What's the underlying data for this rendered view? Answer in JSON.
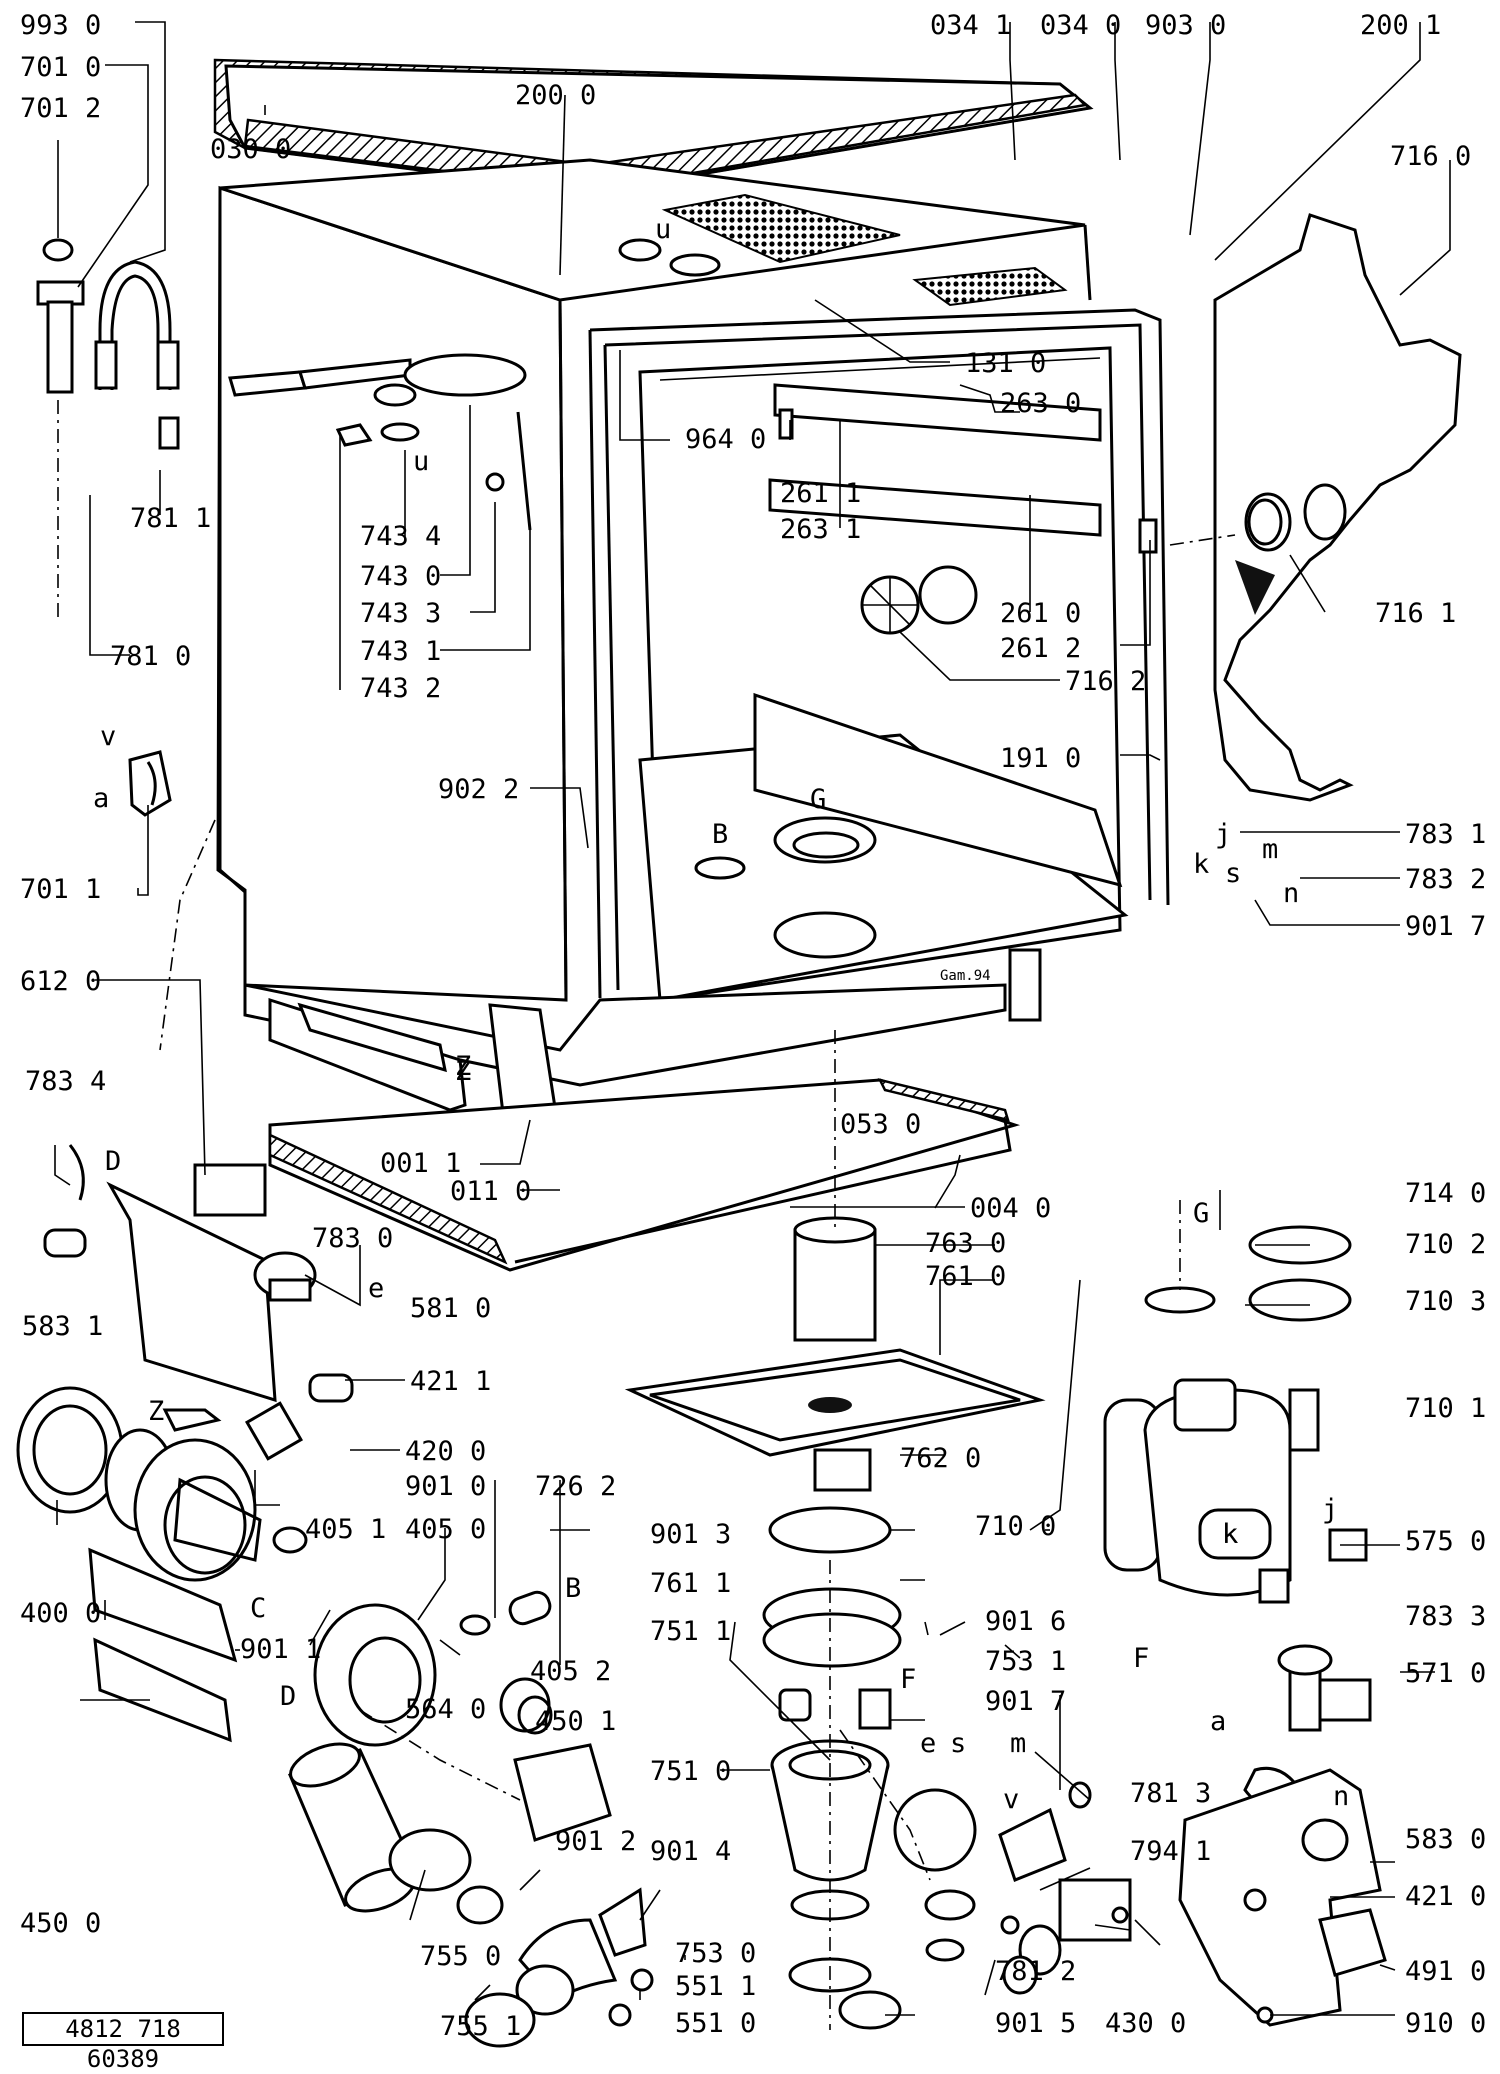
{
  "document_ref": "4812 718 60389",
  "parts": [
    "993 0",
    "701 0",
    "701 2",
    "034 1",
    "034 0",
    "903 0",
    "200 1",
    "200 0",
    "030 0",
    "716 0",
    "131 0",
    "263 0",
    "964 0",
    "261 1",
    "263 1",
    "743 4",
    "743 0",
    "743 3",
    "743 1",
    "743 2",
    "781 1",
    "781 0",
    "261 0",
    "261 2",
    "716 2",
    "716 1",
    "191 0",
    "783 1",
    "783 2",
    "902 2",
    "901 7",
    "701 1",
    "612 0",
    "053 0",
    "001 1",
    "011 0",
    "004 0",
    "783 4",
    "783 0",
    "581 0",
    "583 1",
    "763 0",
    "761 0",
    "714 0",
    "710 2",
    "710 3",
    "421 1",
    "420 0",
    "710 1",
    "762 0",
    "901 0",
    "726 2",
    "405 1",
    "405 0",
    "901 3",
    "710 0",
    "575 0",
    "761 1",
    "400 0",
    "901 1",
    "405 2",
    "751 1",
    "901 6",
    "753 1",
    "783 3",
    "450 1",
    "901 7",
    "571 0",
    "564 0",
    "751 0",
    "781 3",
    "583 0",
    "901 2",
    "901 4",
    "794 1",
    "450 0",
    "421 0",
    "755 0",
    "753 0",
    "781 2",
    "491 0",
    "551 1",
    "551 0",
    "755 1",
    "901 5",
    "430 0",
    "910 0"
  ],
  "letters": [
    "u",
    "u",
    "v",
    "a",
    "B",
    "G",
    "j",
    "k",
    "s",
    "m",
    "n",
    "Z",
    "D",
    "e",
    "Z",
    "C",
    "B",
    "D",
    "F",
    "G",
    "k",
    "j",
    "F",
    "a",
    "n",
    "e",
    "s",
    "m",
    "v"
  ]
}
